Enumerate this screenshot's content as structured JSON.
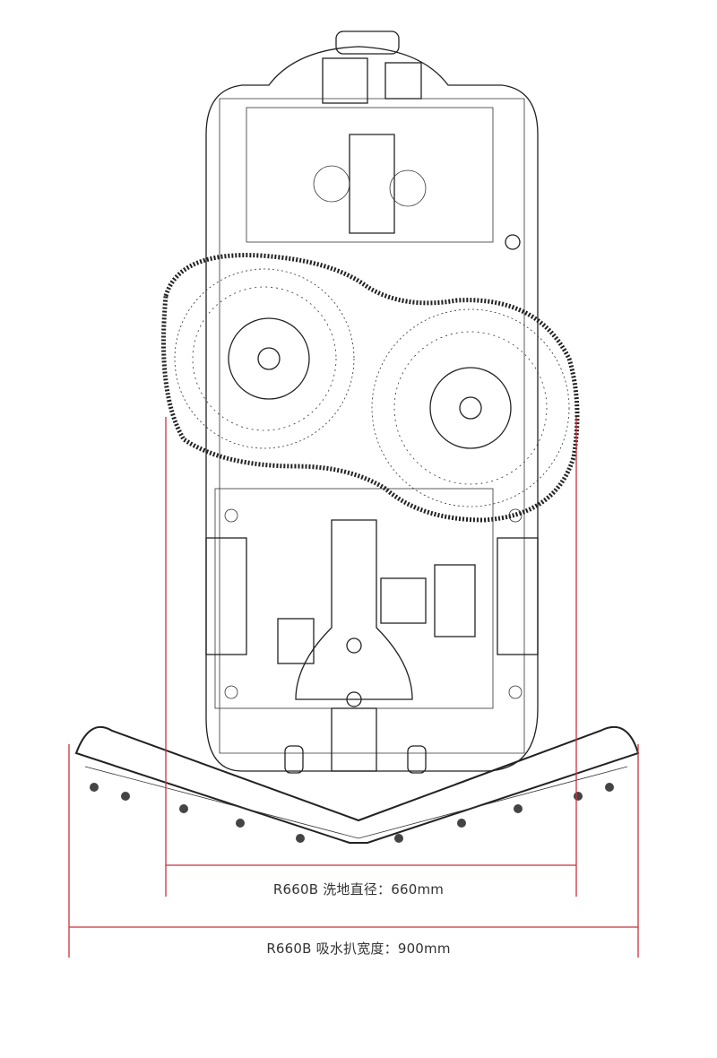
{
  "diagram": {
    "colors": {
      "dimension_line": "#c8323c",
      "drawing_line": "#222222"
    },
    "dimensions": [
      {
        "label": "R660B 洗地直径：660mm",
        "value_mm": 660
      },
      {
        "label": "R660B 吸水扒宽度：900mm",
        "value_mm": 900
      }
    ]
  }
}
